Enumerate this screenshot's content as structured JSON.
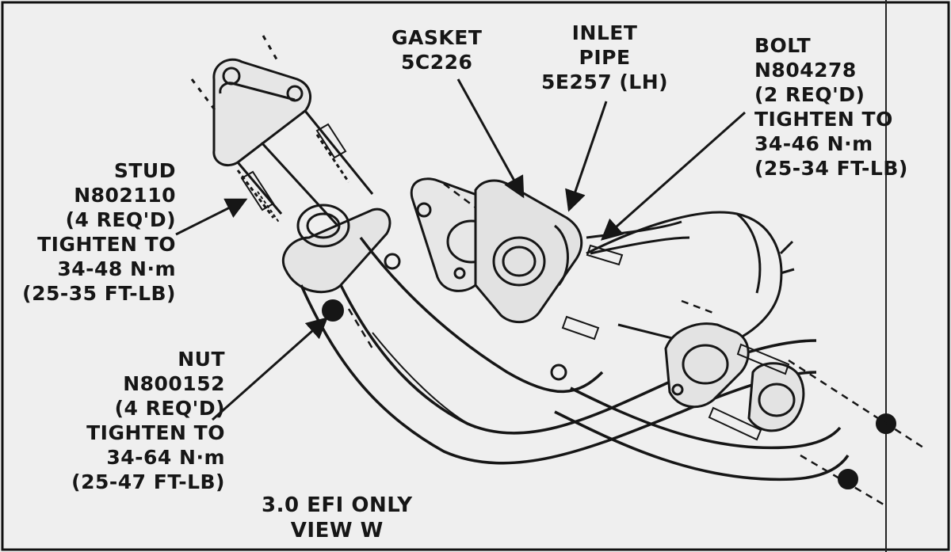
{
  "callouts": {
    "gasket": [
      "GASKET",
      "5C226"
    ],
    "inlet_pipe": [
      "INLET",
      "PIPE",
      "5E257 (LH)"
    ],
    "bolt": [
      "BOLT",
      "N804278",
      "(2 REQ'D)",
      "TIGHTEN TO",
      "34-46 N·m",
      "(25-34 FT-LB)"
    ],
    "stud": [
      "STUD",
      "N802110",
      "(4 REQ'D)",
      "TIGHTEN TO",
      "34-48 N·m",
      "(25-35 FT-LB)"
    ],
    "nut": [
      "NUT",
      "N800152",
      "(4 REQ'D)",
      "TIGHTEN TO",
      "34-64 N·m",
      "(25-47 FT-LB)"
    ]
  },
  "view_caption": [
    "3.0 EFI ONLY",
    "VIEW W"
  ],
  "colors": {
    "ink": "#161616",
    "paper": "#efefef",
    "border": "#111111"
  }
}
